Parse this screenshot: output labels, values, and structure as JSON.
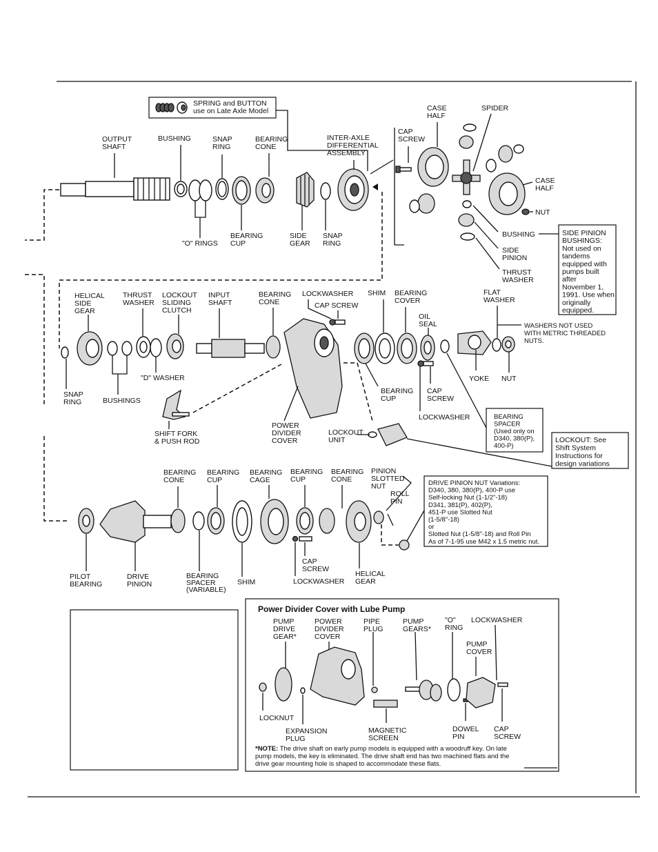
{
  "legend": {
    "spring_button": [
      "SPRING and BUTTON",
      "use on Late Axle Model"
    ]
  },
  "labels": {
    "output_shaft": [
      "OUTPUT",
      "SHAFT"
    ],
    "bushing_top": [
      "BUSHING"
    ],
    "snap_ring_top": [
      "SNAP",
      "RING"
    ],
    "bearing_cone_top": [
      "BEARING",
      "CONE"
    ],
    "inter_axle_diff": [
      "INTER-AXLE",
      "DIFFERENTIAL",
      "ASSEMBLY"
    ],
    "o_rings": [
      "\"O\" RINGS"
    ],
    "bearing_cup_top": [
      "BEARING",
      "CUP"
    ],
    "side_gear": [
      "SIDE",
      "GEAR"
    ],
    "snap_ring_top2": [
      "SNAP",
      "RING"
    ],
    "case_half_top": [
      "CASE",
      "HALF"
    ],
    "spider": [
      "SPIDER"
    ],
    "cap_screw_diff": [
      "CAP",
      "SCREW"
    ],
    "case_half_right": [
      "CASE",
      "HALF"
    ],
    "nut_diff": [
      "NUT"
    ],
    "bushing_diff": [
      "BUSHING"
    ],
    "side_pinion": [
      "SIDE",
      "PINION"
    ],
    "thrust_washer_diff": [
      "THRUST",
      "WASHER"
    ],
    "helical_side_gear": [
      "HELICAL",
      "SIDE",
      "GEAR"
    ],
    "thrust_washer": [
      "THRUST",
      "WASHER"
    ],
    "lockout_sliding_clutch": [
      "LOCKOUT",
      "SLIDING",
      "CLUTCH"
    ],
    "input_shaft": [
      "INPUT",
      "SHAFT"
    ],
    "bearing_cone_mid": [
      "BEARING",
      "CONE"
    ],
    "lockwasher_mid": [
      "LOCKWASHER"
    ],
    "cap_screw_mid": [
      "CAP SCREW"
    ],
    "shim_mid": [
      "SHIM"
    ],
    "bearing_cover": [
      "BEARING",
      "COVER"
    ],
    "oil_seal": [
      "OIL",
      "SEAL"
    ],
    "flat_washer": [
      "FLAT",
      "WASHER"
    ],
    "washers_note": [
      "WASHERS NOT USED",
      "WITH METRIC THREADED",
      "NUTS."
    ],
    "snap_ring_left": [
      "SNAP",
      "RING"
    ],
    "bushings": [
      "BUSHINGS"
    ],
    "d_washer": [
      "\"D\" WASHER"
    ],
    "yoke": [
      "YOKE"
    ],
    "nut_mid": [
      "NUT"
    ],
    "bearing_cup_mid": [
      "BEARING",
      "CUP"
    ],
    "cap_screw_mid2": [
      "CAP",
      "SCREW"
    ],
    "lockwasher_mid2": [
      "LOCKWASHER"
    ],
    "shift_fork": [
      "SHIFT FORK",
      "& PUSH ROD"
    ],
    "power_divider_cover": [
      "POWER",
      "DIVIDER",
      "COVER"
    ],
    "lockout_unit": [
      "LOCKOUT",
      "UNIT"
    ],
    "bearing_cone_bot": [
      "BEARING",
      "CONE"
    ],
    "bearing_cup_bot": [
      "BEARING",
      "CUP"
    ],
    "bearing_cage": [
      "BEARING",
      "CAGE"
    ],
    "bearing_cup_bot2": [
      "BEARING",
      "CUP"
    ],
    "bearing_cone_bot2": [
      "BEARING",
      "CONE"
    ],
    "pinion_slotted_nut": [
      "PINION",
      "SLOTTED",
      "NUT"
    ],
    "roll_pin": [
      "ROLL",
      "PIN"
    ],
    "pilot_bearing": [
      "PILOT",
      "BEARING"
    ],
    "drive_pinion": [
      "DRIVE",
      "PINION"
    ],
    "bearing_spacer_var": [
      "BEARING",
      "SPACER",
      "(VARIABLE)"
    ],
    "shim_bot": [
      "SHIM"
    ],
    "cap_screw_bot": [
      "CAP",
      "SCREW"
    ],
    "lockwasher_bot": [
      "LOCKWASHER"
    ],
    "helical_gear": [
      "HELICAL",
      "GEAR"
    ]
  },
  "boxes": {
    "side_pinion_bushings": [
      "SIDE PINION",
      "BUSHINGS:",
      "Not used on",
      "tandems",
      "equipped with",
      "pumps built",
      "after",
      "November 1,",
      "1991. Use when",
      "originally",
      "equipped."
    ],
    "bearing_spacer": [
      "BEARING",
      "SPACER",
      "(Used only on",
      "D340, 380(P),",
      "400-P)"
    ],
    "lockout_note": [
      "LOCKOUT: See",
      "Shift System",
      "Instructions for",
      "design variations"
    ],
    "drive_pinion_nut": [
      "DRIVE PINION NUT Variations:",
      "D340, 380, 380(P), 400-P use",
      "Self-locking Nut (1-1/2\"-18)",
      "D341, 381(P), 402(P),",
      "451-P use Slotted Nut",
      "(1-5/8\"-18)",
      "or",
      "Slotted Nut (1-5/8\"-18) and Roll Pin",
      "As of 7-1-95 use M42 x 1.5 metric nut."
    ]
  },
  "pump": {
    "title": "Power Divider Cover with Lube Pump",
    "labels": {
      "pump_drive_gear": [
        "PUMP",
        "DRIVE",
        "GEAR*"
      ],
      "power_divider_cover": [
        "POWER",
        "DIVIDER",
        "COVER"
      ],
      "pipe_plug": [
        "PIPE",
        "PLUG"
      ],
      "pump_gears": [
        "PUMP",
        "GEARS*"
      ],
      "o_ring": [
        "\"O\"",
        "RING"
      ],
      "lockwasher": [
        "LOCKWASHER"
      ],
      "pump_cover": [
        "PUMP",
        "COVER"
      ],
      "locknut": [
        "LOCKNUT"
      ],
      "expansion_plug": [
        "EXPANSION",
        "PLUG"
      ],
      "magnetic_screen": [
        "MAGNETIC",
        "SCREEN"
      ],
      "dowel_pin": [
        "DOWEL",
        "PIN"
      ],
      "cap_screw": [
        "CAP",
        "SCREW"
      ]
    },
    "note_bold": "*NOTE:",
    "note": [
      " The drive shaft on early pump models is equipped with a woodruff key. On late",
      "pump models, the key is eliminated. The drive shaft end has two machined flats and the",
      "drive gear mounting hole is shaped to accommodate these flats."
    ]
  }
}
